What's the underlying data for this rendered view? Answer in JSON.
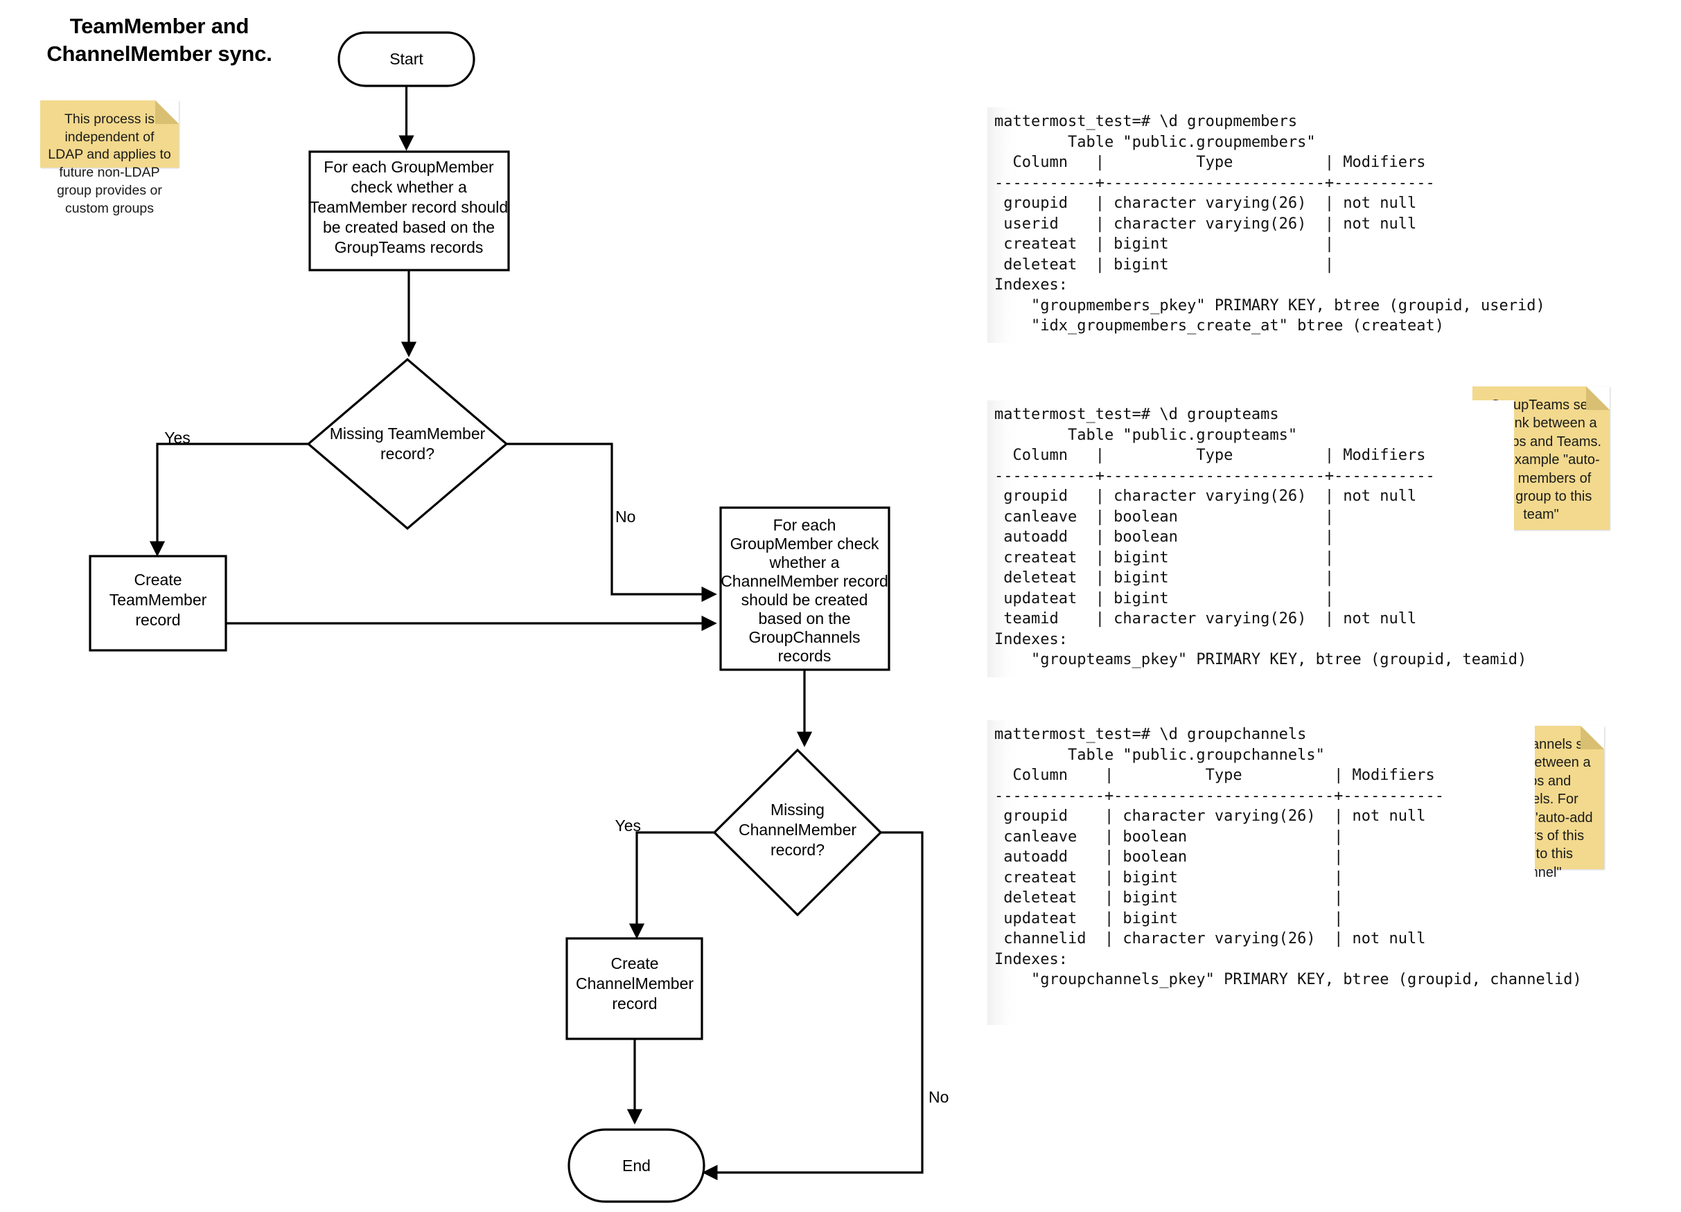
{
  "title": {
    "line1": "TeamMember and",
    "line2": "ChannelMember sync."
  },
  "notes": {
    "ldap": "This process is independent of LDAP and applies to future non-LDAP group provides or custom groups",
    "groupteams": "GroupTeams set the link between a Groups and Teams. For example \"auto-add members of this group to this team\"",
    "groupchannels": "GroupChannels set the link between a Groups and Channels. For example \"auto-add members of this group to this channel\""
  },
  "flowchart": {
    "start_label": "Start",
    "end_label": "End",
    "process_teammember": "For each GroupMember check whether a TeamMember record should be created based on the GroupTeams records",
    "process_teammember_lines": [
      "For each GroupMember",
      "check whether a",
      "TeamMember record should",
      "be created based on the",
      "GroupTeams records"
    ],
    "decision_teammember_lines": [
      "Missing TeamMember",
      "record?"
    ],
    "create_teammember_lines": [
      "Create",
      "TeamMember",
      "record"
    ],
    "process_channelmember_lines": [
      "For each",
      "GroupMember check",
      "whether a",
      "ChannelMember record",
      "should be created",
      "based on the",
      "GroupChannels",
      "records"
    ],
    "decision_channelmember_lines": [
      "Missing",
      "ChannelMember",
      "record?"
    ],
    "create_channelmember_lines": [
      "Create",
      "ChannelMember",
      "record"
    ],
    "edge_yes_1": "Yes",
    "edge_no_1": "No",
    "edge_yes_2": "Yes",
    "edge_no_2": "No"
  },
  "terminals": {
    "groupmembers": "mattermost_test=# \\d groupmembers\n        Table \"public.groupmembers\"\n  Column   |          Type          | Modifiers\n-----------+------------------------+-----------\n groupid   | character varying(26)  | not null\n userid    | character varying(26)  | not null\n createat  | bigint                 |\n deleteat  | bigint                 |\nIndexes:\n    \"groupmembers_pkey\" PRIMARY KEY, btree (groupid, userid)\n    \"idx_groupmembers_create_at\" btree (createat)",
    "groupteams": "mattermost_test=# \\d groupteams\n        Table \"public.groupteams\"\n  Column   |          Type          | Modifiers\n-----------+------------------------+-----------\n groupid   | character varying(26)  | not null\n canleave  | boolean                |\n autoadd   | boolean                |\n createat  | bigint                 |\n deleteat  | bigint                 |\n updateat  | bigint                 |\n teamid    | character varying(26)  | not null\nIndexes:\n    \"groupteams_pkey\" PRIMARY KEY, btree (groupid, teamid)",
    "groupchannels": "mattermost_test=# \\d groupchannels\n        Table \"public.groupchannels\"\n  Column    |          Type          | Modifiers\n------------+------------------------+-----------\n groupid    | character varying(26)  | not null\n canleave   | boolean                |\n autoadd    | boolean                |\n createat   | bigint                 |\n deleteat   | bigint                 |\n updateat   | bigint                 |\n channelid  | character varying(26)  | not null\nIndexes:\n    \"groupchannels_pkey\" PRIMARY KEY, btree (groupid, channelid)"
  },
  "colors": {
    "sticky": "#F2D98D",
    "stroke": "#000000",
    "background": "#FFFFFF"
  }
}
